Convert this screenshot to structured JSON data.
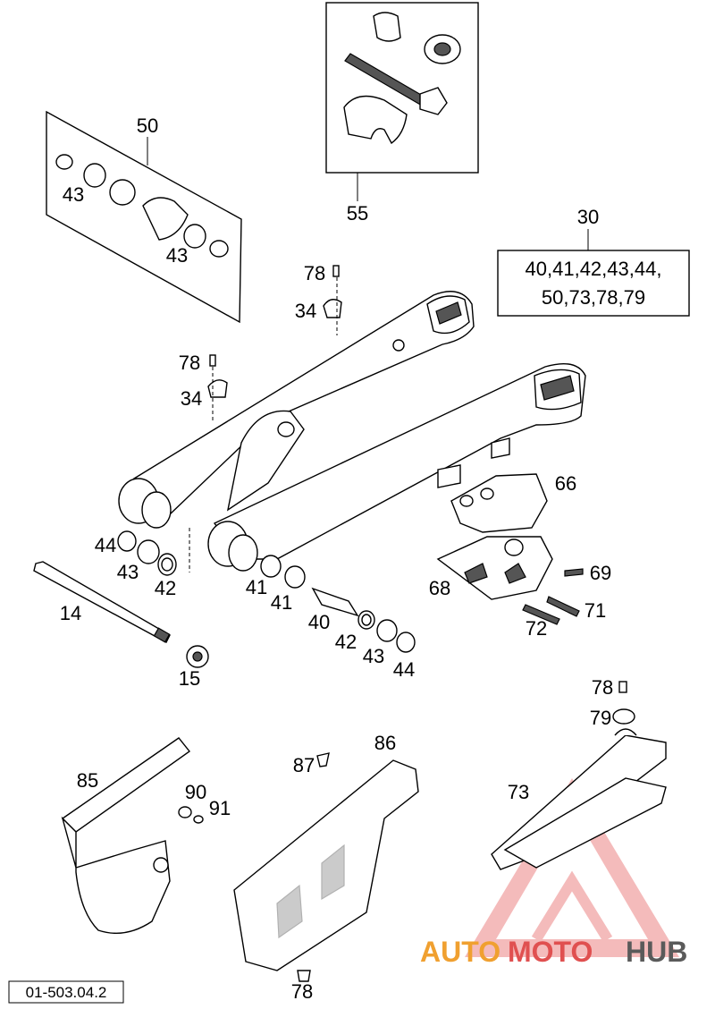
{
  "document_code": "01-503.04.2",
  "watermark": {
    "part1": "AUTO",
    "part2": "MOTO",
    "part3": "HUB",
    "colors": {
      "auto": "#f0a030",
      "moto": "#e05050",
      "hub": "#5a5a5a",
      "triangle": "#e04040"
    }
  },
  "kit_box": {
    "number": "30",
    "line1": "40,41,42,43,44,",
    "line2": "50,73,78,79"
  },
  "callouts": {
    "c50": "50",
    "c43a": "43",
    "c43b": "43",
    "c55": "55",
    "c30": "30",
    "c78a": "78",
    "c34a": "34",
    "c78b": "78",
    "c34b": "34",
    "c66": "66",
    "c69": "69",
    "c68": "68",
    "c71": "71",
    "c72": "72",
    "c44a": "44",
    "c43c": "43",
    "c42a": "42",
    "c41a": "41",
    "c41b": "41",
    "c40": "40",
    "c42b": "42",
    "c43d": "43",
    "c44b": "44",
    "c14": "14",
    "c15": "15",
    "c78c": "78",
    "c79": "79",
    "c73": "73",
    "c85": "85",
    "c90": "90",
    "c91": "91",
    "c86": "86",
    "c87": "87",
    "c78d": "78"
  }
}
